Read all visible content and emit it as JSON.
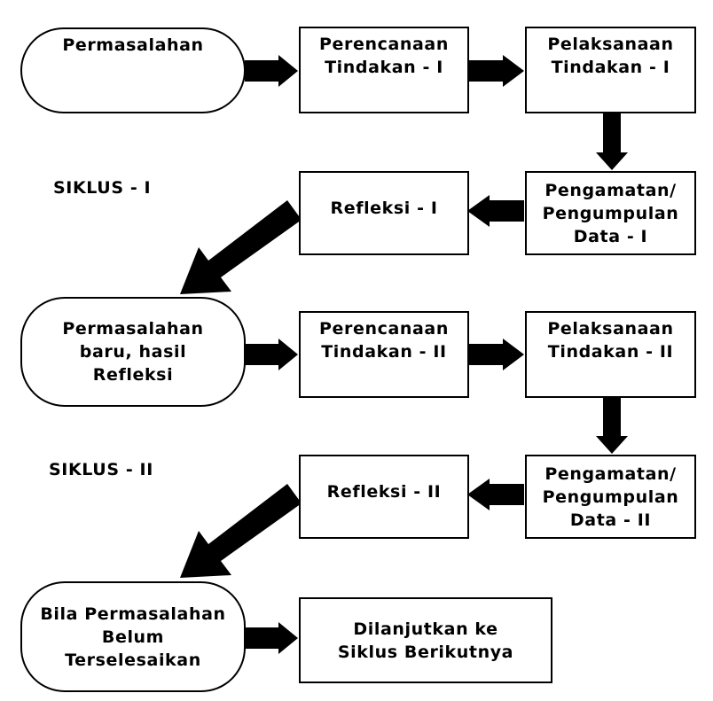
{
  "nodes": {
    "problem": "Permasalahan",
    "plan1": "Perencanaan\nTindakan - I",
    "act1": "Pelaksanaan\nTindakan - I",
    "obs1": "Pengamatan/\nPengumpulan\nData - I",
    "refl1": "Refleksi - I",
    "problem2": "Permasalahan\nbaru, hasil\nRefleksi",
    "plan2": "Perencanaan\nTindakan - II",
    "act2": "Pelaksanaan\nTindakan - II",
    "obs2": "Pengamatan/\nPengumpulan\nData - II",
    "refl2": "Refleksi - II",
    "unresolved": "Bila Permasalahan\nBelum\nTerselesaikan",
    "next": "Dilanjutkan ke\nSiklus Berikutnya"
  },
  "cycles": {
    "c1": "SIKLUS - I",
    "c2": "SIKLUS - II"
  },
  "colors": {
    "line": "#000000",
    "fill": "#ffffff"
  }
}
